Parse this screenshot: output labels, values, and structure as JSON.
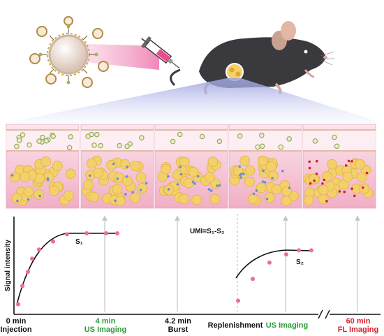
{
  "labels": {
    "s1": "S₁",
    "s2": "S₂",
    "umi": "UMI=S₁-S₂",
    "yaxis": "Signal intensity"
  },
  "timeline": [
    {
      "time": "0 min",
      "event": "Injection",
      "color": "#111111"
    },
    {
      "time": "4 min",
      "event": "US Imaging",
      "color": "#2e9a3a"
    },
    {
      "time": "4.2 min",
      "event": "Burst",
      "color": "#111111"
    },
    {
      "time": "",
      "event": "Replenishment",
      "color": "#111111"
    },
    {
      "time": "",
      "event": "US Imaging",
      "color": "#2e9a3a"
    },
    {
      "time": "60 min",
      "event": "FL Imaging",
      "color": "#d2232a"
    }
  ],
  "colors": {
    "mouse": "#3a3a3e",
    "tissue_pink": "#f3b8cc",
    "cell": "#f4d06a",
    "bubble": "#e8d3c2",
    "data_point": "#ef6aa6",
    "arrow": "#c8c8c8"
  },
  "chart_data": {
    "type": "scatter",
    "xlabel": "",
    "ylabel": "Signal intensity",
    "series": [
      {
        "name": "S₁",
        "points": [
          [
            0.05,
            0.1
          ],
          [
            0.2,
            0.28
          ],
          [
            0.4,
            0.42
          ],
          [
            0.55,
            0.55
          ],
          [
            0.8,
            0.64
          ],
          [
            1.3,
            0.72
          ],
          [
            1.8,
            0.79
          ],
          [
            2.5,
            0.8
          ],
          [
            3.2,
            0.8
          ],
          [
            3.6,
            0.8
          ]
        ]
      },
      {
        "name": "S₂",
        "points": [
          [
            0.1,
            0.1
          ],
          [
            0.8,
            0.26
          ],
          [
            1.6,
            0.38
          ],
          [
            2.4,
            0.44
          ],
          [
            3.0,
            0.47
          ],
          [
            3.6,
            0.47
          ]
        ]
      }
    ]
  }
}
